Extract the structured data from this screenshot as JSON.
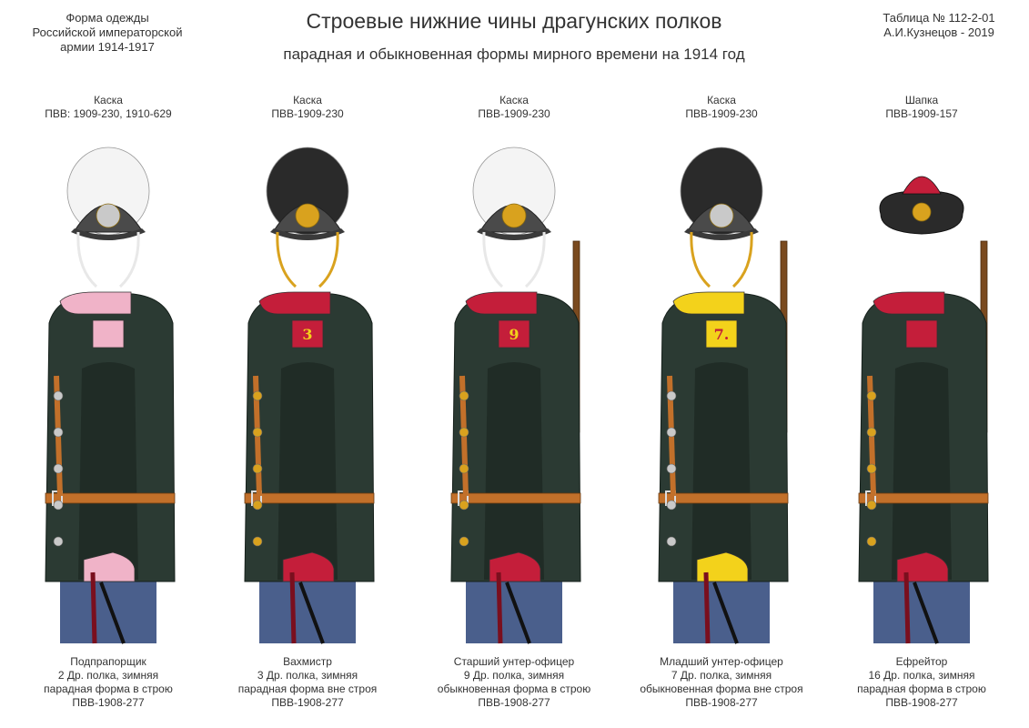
{
  "header": {
    "left_lines": [
      "Форма одежды",
      "Российской императорской",
      "армии  1914-1917"
    ],
    "title": "Строевые нижние чины драгунских полков",
    "subtitle": "парадная и обыкновенная формы мирного времени на 1914 год",
    "right_lines": [
      "Таблица № 112-2-01",
      "А.И.Кузнецов - 2019"
    ]
  },
  "colors": {
    "tunic": "#2b3a33",
    "trousers": "#4a5f8c",
    "leather": "#c2702a",
    "crimson": "#c41e3a",
    "yellow": "#f3d21b",
    "pink": "#f0b3c8",
    "gold": "#d9a21e"
  },
  "figures": [
    {
      "hat_label": [
        "Каска",
        "ПВВ: 1909-230, 1910-629"
      ],
      "caption": [
        "Подпрапорщик",
        "2 Др. полка, зимняя",
        "парадная форма в строю",
        "ПВВ-1908-277"
      ],
      "shoulder_strap_text": "",
      "plume": "white",
      "collar": "pink",
      "strap": "pink",
      "cuff": "pink",
      "badge": "silver",
      "rifle": false,
      "hat_type": "helmet"
    },
    {
      "hat_label": [
        "Каска",
        "ПВВ-1909-230"
      ],
      "caption": [
        "Вахмистр",
        "3 Др. полка, зимняя",
        "парадная форма вне строя",
        "ПВВ-1908-277"
      ],
      "shoulder_strap_text": "3",
      "plume": "black",
      "collar": "crimson",
      "strap": "crimson",
      "cuff": "crimson",
      "badge": "gold",
      "rifle": false,
      "hat_type": "helmet"
    },
    {
      "hat_label": [
        "Каска",
        "ПВВ-1909-230"
      ],
      "caption": [
        "Старший унтер-офицер",
        "9 Др. полка, зимняя",
        "обыкновенная форма в строю",
        "ПВВ-1908-277"
      ],
      "shoulder_strap_text": "9",
      "plume": "white",
      "collar": "crimson",
      "strap": "crimson",
      "cuff": "crimson",
      "badge": "gold",
      "rifle": true,
      "hat_type": "helmet"
    },
    {
      "hat_label": [
        "Каска",
        "ПВВ-1909-230"
      ],
      "caption": [
        "Младший унтер-офицер",
        "7 Др. полка, зимняя",
        "обыкновенная форма вне строя",
        "ПВВ-1908-277"
      ],
      "shoulder_strap_text": "7.",
      "plume": "black",
      "collar": "yellow",
      "strap": "yellow",
      "cuff": "yellow",
      "badge": "silver",
      "rifle": true,
      "hat_type": "helmet"
    },
    {
      "hat_label": [
        "Шапка",
        "ПВВ-1909-157"
      ],
      "caption": [
        "Ефрейтор",
        "16 Др. полка, зимняя",
        "парадная форма в строю",
        "ПВВ-1908-277"
      ],
      "shoulder_strap_text": "",
      "plume": "none",
      "collar": "crimson",
      "strap": "crimson",
      "cuff": "crimson",
      "badge": "gold",
      "rifle": true,
      "hat_type": "cap"
    }
  ]
}
